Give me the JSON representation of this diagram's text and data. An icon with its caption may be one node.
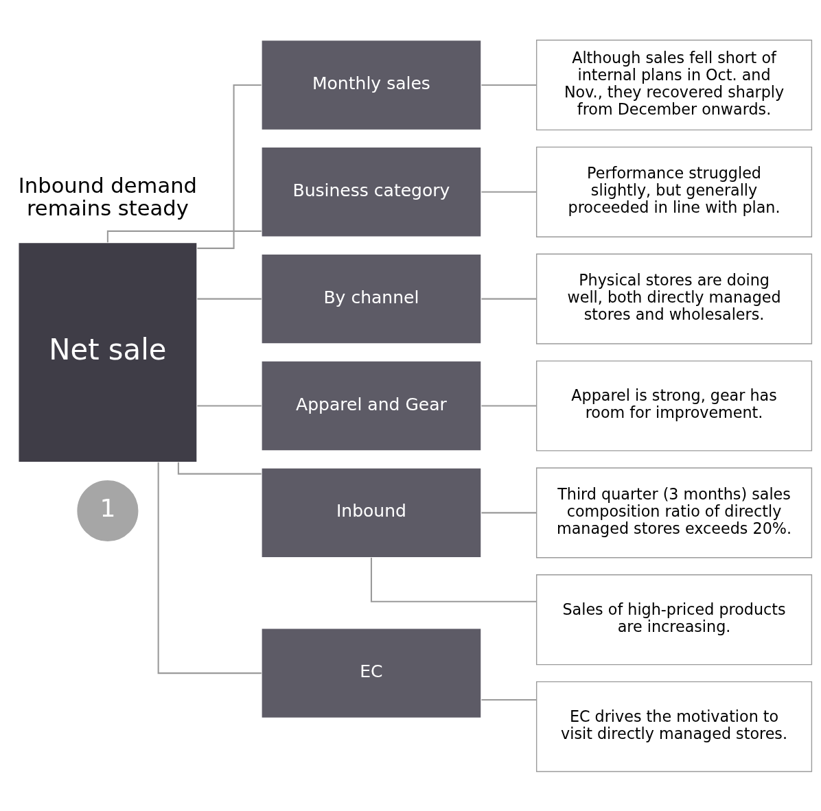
{
  "diagram": {
    "nodes": [
      {
        "text": [
          "1"
        ]
      },
      {
        "text": [
          "Net sale"
        ]
      },
      {
        "text": [
          "Monthly sales"
        ]
      },
      {
        "text": [
          "Business category"
        ]
      },
      {
        "text": [
          "By channel"
        ]
      },
      {
        "text": [
          "Apparel and Gear"
        ]
      },
      {
        "text": [
          "Inbound"
        ]
      },
      {
        "text": [
          "EC"
        ]
      },
      {
        "text": [
          "Although sales fell short of internal plans in Oct. and Nov., they recovered sharply from December onwards."
        ]
      },
      {
        "text": [
          "Performance struggled slightly, but generally proceeded in line with plan."
        ]
      },
      {
        "text": [
          "Physical stores are doing well, both directly managed stores and wholesalers."
        ]
      },
      {
        "text": [
          "Apparel is strong, gear has room for improvement."
        ]
      },
      {
        "text": [
          "Third quarter (3 months) sales composition ratio of directly managed stores exceeds 20%."
        ]
      },
      {
        "text": [
          "Sales of high-priced products are increasing."
        ]
      },
      {
        "text": [
          "EC drives the motivation to visit directly managed stores."
        ]
      }
    ],
    "edges": [
      {
        "from": 1,
        "to": 2,
        "arrow": "none"
      },
      {
        "from": 1,
        "to": 3,
        "arrow": "none"
      },
      {
        "from": 1,
        "to": 4,
        "arrow": "none"
      },
      {
        "from": 1,
        "to": 5,
        "arrow": "none"
      },
      {
        "from": 1,
        "to": 6,
        "arrow": "none"
      },
      {
        "from": 1,
        "to": 7,
        "arrow": "none"
      },
      {
        "from": 2,
        "to": 8,
        "arrow": "none"
      },
      {
        "from": 3,
        "to": 9,
        "arrow": "none"
      },
      {
        "from": 4,
        "to": 10,
        "arrow": "none"
      },
      {
        "from": 5,
        "to": 11,
        "arrow": "none"
      },
      {
        "from": 6,
        "to": 12,
        "arrow": "none"
      },
      {
        "from": 6,
        "to": 13,
        "arrow": "none"
      },
      {
        "from": 7,
        "to": 14,
        "arrow": "none"
      }
    ],
    "labels": [
      "Inbound demand remains steady"
    ]
  }
}
